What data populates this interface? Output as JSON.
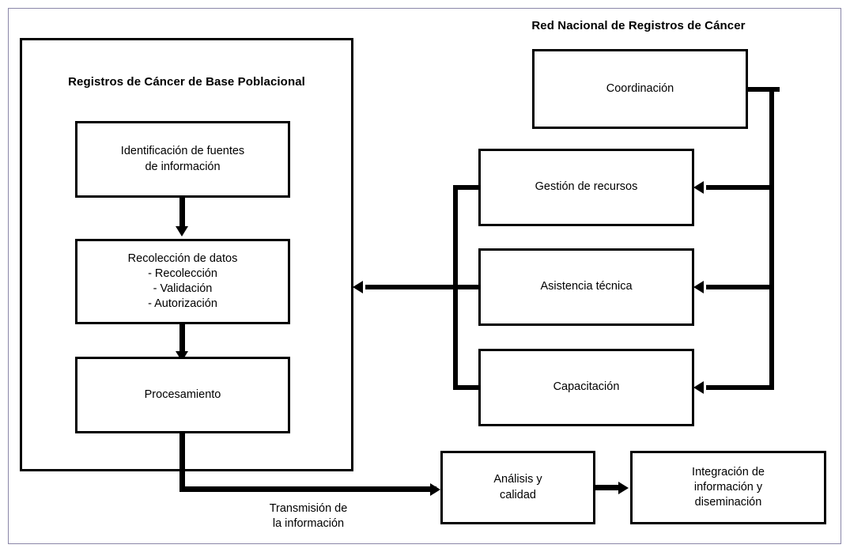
{
  "diagram": {
    "groups": {
      "left": {
        "title": "Registros de Cáncer de Base Poblacional"
      },
      "right": {
        "title": "Red Nacional de Registros de Cáncer"
      }
    },
    "nodes": {
      "identificacion": "Identificación de fuentes\nde información",
      "recoleccion": "Recolección de datos\n- Recolección\n- Validación\n- Autorización",
      "procesamiento": "Procesamiento",
      "coordinacion": "Coordinación",
      "gestion": "Gestión de recursos",
      "asistencia": "Asistencia técnica",
      "capacitacion": "Capacitación",
      "analisis": "Análisis y\ncalidad",
      "integracion": "Integración de\ninformación y\ndiseminación"
    },
    "edge_labels": {
      "transmision": "Transmisión de\nla información"
    },
    "colors": {
      "stroke": "#000000",
      "page_border": "#8a86a8",
      "background": "#ffffff"
    }
  }
}
